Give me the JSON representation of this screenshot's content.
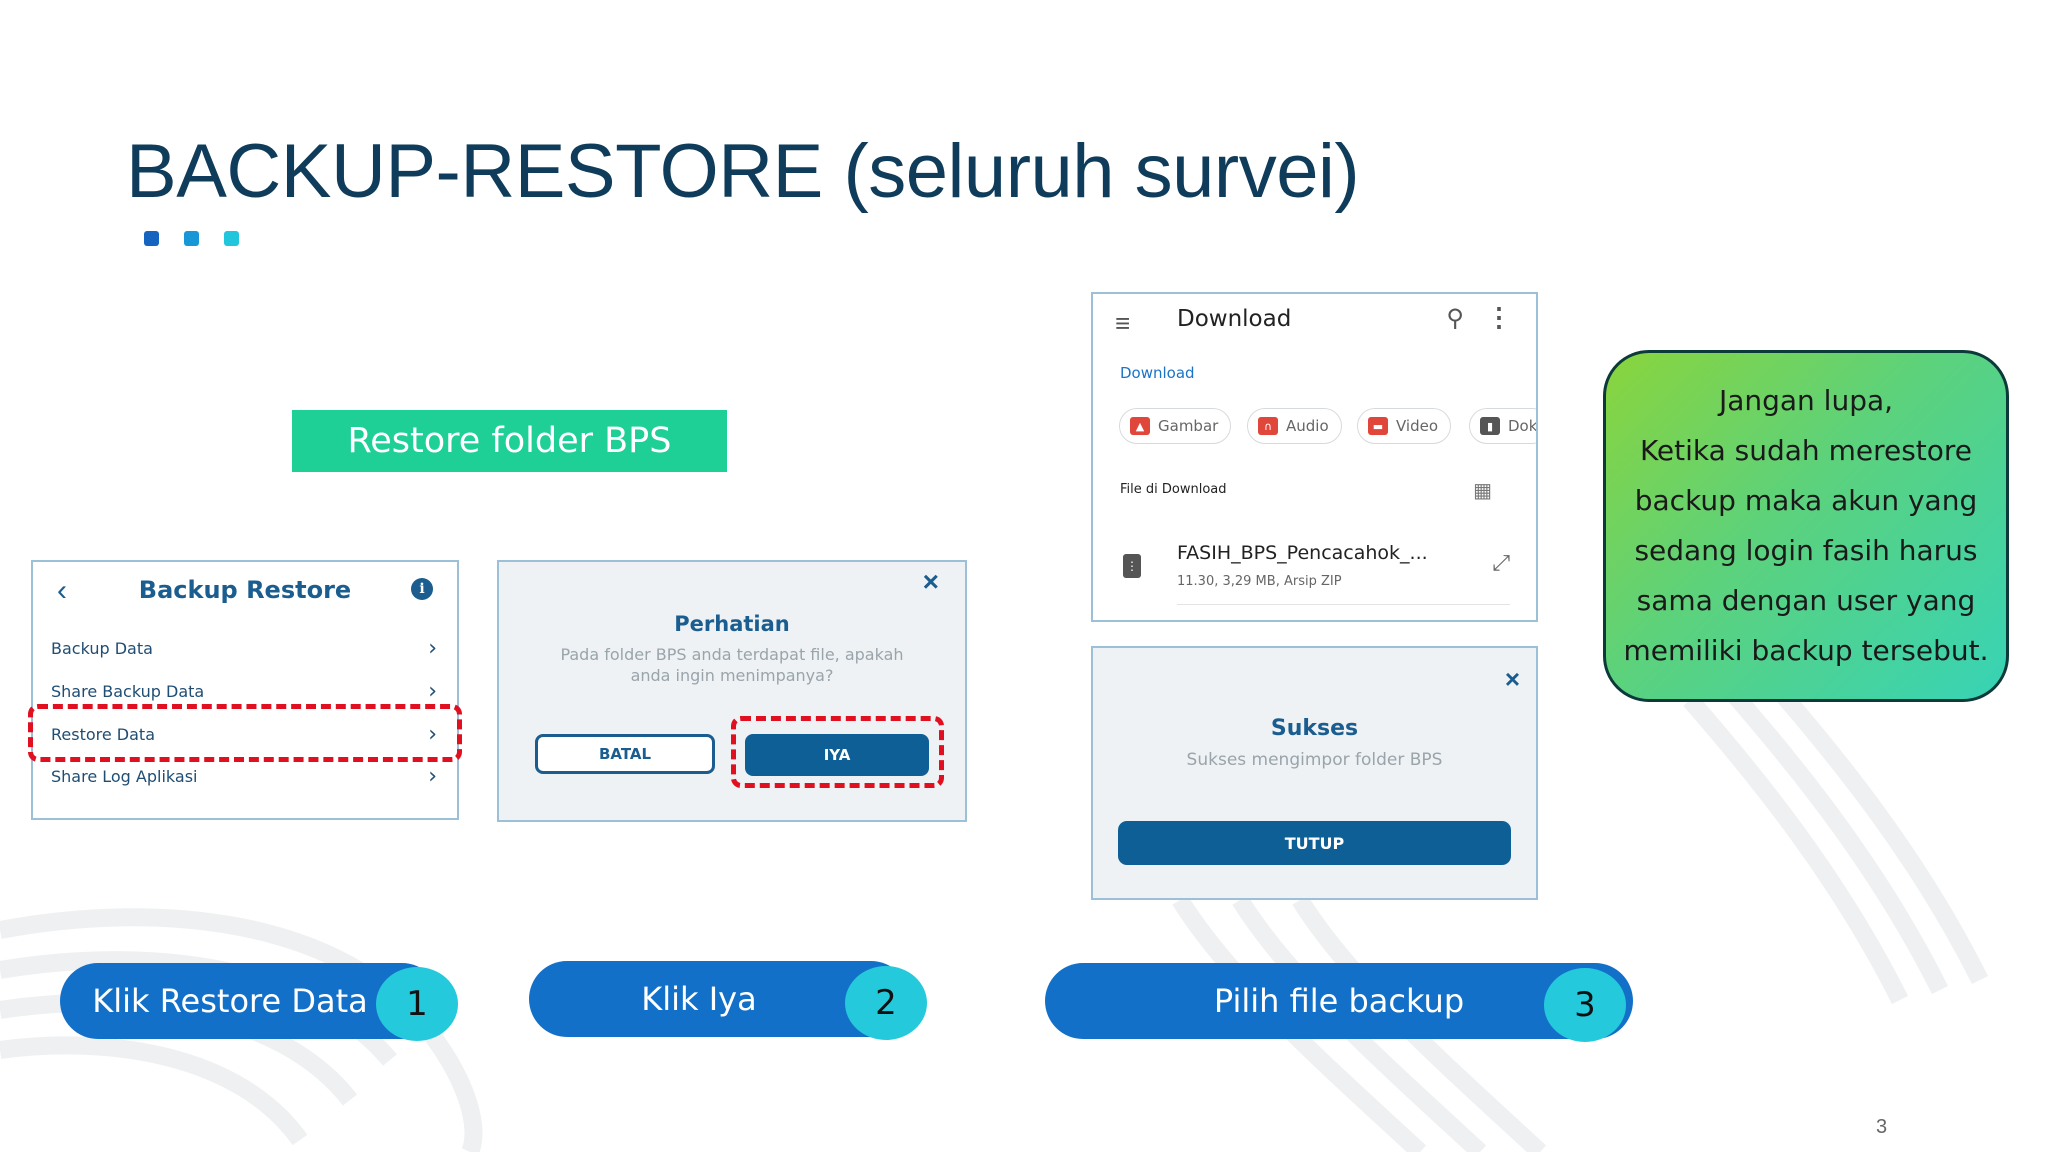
{
  "slide": {
    "title": "BACKUP-RESTORE (seluruh survei)",
    "title_color": "#0f3c5a",
    "accent_dots": [
      "#1565c0",
      "#1796d8",
      "#22c6dc"
    ],
    "section_label": "Restore folder BPS",
    "page_number": "3"
  },
  "backup_restore_screen": {
    "back_icon": "chevron-left-icon",
    "title": "Backup Restore",
    "info_icon": "i",
    "items": [
      {
        "label": "Backup Data"
      },
      {
        "label": "Share Backup Data"
      },
      {
        "label": "Restore Data",
        "highlighted": true
      },
      {
        "label": "Share Log Aplikasi"
      }
    ]
  },
  "confirm_dialog": {
    "close": "×",
    "title": "Perhatian",
    "message": "Pada folder BPS anda terdapat file, apakah anda ingin menimpanya?",
    "cancel_label": "BATAL",
    "confirm_label": "IYA"
  },
  "download_screen": {
    "title": "Download",
    "breadcrumb": "Download",
    "chips": [
      "Gambar",
      "Audio",
      "Video",
      "Dok"
    ],
    "section_label": "File di Download",
    "file_name": "FASIH_BPS_Pencacahok_...",
    "file_meta": "11.30, 3,29 MB, Arsip ZIP"
  },
  "success_dialog": {
    "close": "×",
    "title": "Sukses",
    "message": "Sukses mengimpor folder BPS",
    "button_label": "TUTUP"
  },
  "note": {
    "lines": [
      "Jangan lupa,",
      "Ketika sudah merestore",
      "backup maka akun yang",
      "sedang login fasih harus",
      "sama dengan user yang",
      "memiliki backup tersebut."
    ]
  },
  "steps": [
    {
      "label": "Klik Restore Data",
      "number": "1"
    },
    {
      "label": "Klik Iya",
      "number": "2"
    },
    {
      "label": "Pilih file backup",
      "number": "3"
    }
  ],
  "colors": {
    "accent_green": "#1ecf96",
    "dark_blue": "#1a5d8e",
    "pill_blue": "#1370c8",
    "number_cyan": "#24c9dc",
    "highlight_red": "#e01020"
  }
}
